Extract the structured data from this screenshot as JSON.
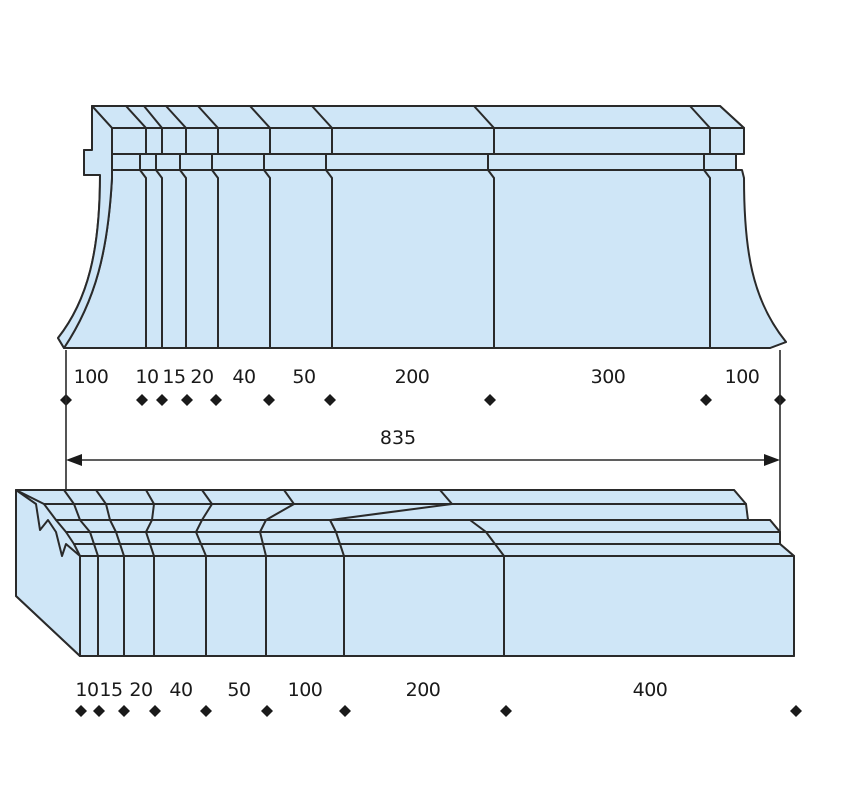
{
  "colors": {
    "fill": "#cfe6f7",
    "stroke": "#2a2a2a",
    "text": "#1a1a1a"
  },
  "upper_tool": {
    "labels": [
      "100",
      "10",
      "15",
      "20",
      "40",
      "50",
      "200",
      "300",
      "100"
    ]
  },
  "total_length": "835",
  "lower_tool": {
    "labels": [
      "10",
      "15",
      "20",
      "40",
      "50",
      "100",
      "200",
      "400"
    ]
  }
}
